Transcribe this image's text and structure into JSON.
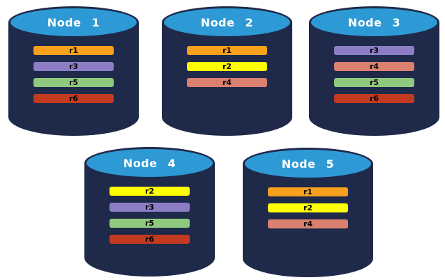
{
  "diagram": {
    "background_color": "#FFFFFF",
    "palette": {
      "cylinder_body": "#1F2A4B",
      "cylinder_top_fill": "#2E9AD5",
      "title_text": "#FFFFFF",
      "row_text": "#000000"
    },
    "replica_colors": {
      "r1": "#F9A01C",
      "r2": "#FFFF00",
      "r3": "#8D7DC5",
      "r4": "#D9806F",
      "r5": "#8FC97E",
      "r6": "#C23A20"
    },
    "nodes": [
      {
        "label": "Node 1",
        "replicas": [
          "r1",
          "r3",
          "r5",
          "r6"
        ]
      },
      {
        "label": "Node 2",
        "replicas": [
          "r1",
          "r2",
          "r4"
        ]
      },
      {
        "label": "Node 3",
        "replicas": [
          "r3",
          "r4",
          "r5",
          "r6"
        ]
      },
      {
        "label": "Node 4",
        "replicas": [
          "r2",
          "r3",
          "r5",
          "r6"
        ]
      },
      {
        "label": "Node 5",
        "replicas": [
          "r1",
          "r2",
          "r4"
        ]
      }
    ]
  }
}
